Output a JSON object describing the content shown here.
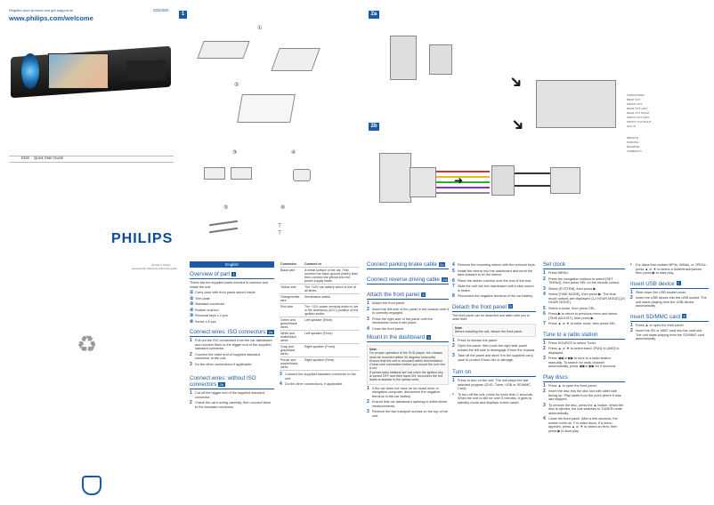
{
  "header": {
    "register_line": "Register your product and get support at",
    "url": "www.philips.com/welcome",
    "model": "CED320",
    "lang": "ENG",
    "guide_title": "Quick Start Guide",
    "brand": "PHILIPS",
    "panel_1": "1",
    "panel_2a": "2a",
    "panel_2b": "2b"
  },
  "diagram_labels": {
    "step_circle_1": "①",
    "step_circle_2": "②",
    "step_circle_3": "③",
    "step_circle_4": "④",
    "step_circle_5": "⑤",
    "step_circle_6": "⑥",
    "wire_tags": [
      "SUBWOOFER",
      "REAR OUT",
      "FRONT OUT",
      "REAR OUT LEFT",
      "REAR OUT RIGHT",
      "FRONT OUT LEFT",
      "FRONT OUT RIGHT",
      "AUX IN"
    ],
    "wire_tags2": [
      "REMOTE",
      "PARKING",
      "REVERSE",
      "CAMERA IN"
    ]
  },
  "left_col": {
    "english_tab": "English",
    "overview_title": "Overview of part",
    "overview_num": "1",
    "overview_intro": "These are the supplied parts needed to connect and install the unit.",
    "parts": [
      {
        "n": "①",
        "t": "Carry case with front panel stored inside"
      },
      {
        "n": "②",
        "t": "Trim plate"
      },
      {
        "n": "③",
        "t": "Standard connector"
      },
      {
        "n": "④",
        "t": "Rubber cushion"
      },
      {
        "n": "⑤",
        "t": "Removal keys x 2 pcs"
      },
      {
        "n": "⑥",
        "t": "Screw x 8 pcs"
      }
    ],
    "iso_title": "Connect wires: ISO connectors",
    "iso_num": "2a",
    "iso_steps": [
      "Pull out the ISO connectors from the car dashboard and connect them to the bigger end of the supplied standard connector.",
      "Connect the other end of supplied standard connector to the unit.",
      "Do the other connections if applicable."
    ],
    "noiso_title": "Connect wires: without ISO connectors",
    "noiso_num": "2b",
    "noiso_steps": [
      "Cut off the bigger end of the supplied standard connector.",
      "Check the car's wiring carefully, then connect them to the standard connector."
    ]
  },
  "side_text": {
    "small_1": "printed in China",
    "small_2": "sponsorship Warranty reference guide"
  },
  "table": {
    "headers": [
      "Connector",
      "Connect to"
    ],
    "rows": [
      [
        "Black wire",
        "A metal surface of the car. First connect the black ground (earth) lead, then connect the yellow and red power supply leads."
      ],
      [
        "Yellow wire",
        "The +12V car battery which is live at all times."
      ],
      [
        "Orange/white wire",
        "Illumination switch"
      ],
      [
        "Red wire",
        "The +12V power terminal which is live in the accessory (ACC) position of the ignition switch."
      ],
      [
        "Green and green/black wires",
        "Left speaker (Rear)"
      ],
      [
        "White and white/black wires",
        "Left speaker (Front)"
      ],
      [
        "Gray and gray/black wires",
        "Right speaker (Front)"
      ],
      [
        "Purple and purple/black wires",
        "Right speaker (Rear)"
      ]
    ],
    "after_steps": [
      "Connect the supplied standard connector to the unit.",
      "Do the other connections, if applicable."
    ]
  },
  "col3": {
    "brake_title": "Connect parking brake cable",
    "brake_num": "2c",
    "reverse_title": "Connect reverse driving cable",
    "reverse_num": "2d",
    "front_title": "Attach the front panel",
    "front_num": "3",
    "front_steps": [
      "Attach the front panel.",
      "Insert the left side of the panel in the chassis until it is correctly engaged.",
      "Press the right side of the panel until the mechanism locks it into place.",
      "Close the front panel."
    ],
    "mount_title": "Mount in the dashboard",
    "mount_num": "4",
    "note_label": "Note",
    "mount_notes": [
      "For proper operation of the DVD player, the chassis must be mounted within 30 degrees horizontal. Ensure that the unit is mounted within this limitation.",
      "Check wire connection before you mount the unit into a car.",
      "If preset radio stations are lost when the ignition key is turned OFF and then back ON, reconnect the red leads crosswise to the yellow ones."
    ],
    "mount_steps": [
      "If the car does not have an on-board drive or navigation computer, disconnect the negative terminal of the car battery.",
      "Ensure that car dashboard opening is within these measurements.",
      "Remove the two transport screws on the top of the unit."
    ]
  },
  "col4": {
    "cont_steps": [
      "Remove the mounting sleeve with the removal keys.",
      "Install the sleeve into the dashboard and bend the tabs outward to fix the sleeve.",
      "Place the rubber cushion over the end of the bolt.",
      "Slide the unit into the dashboard until a click sound is heard.",
      "Reconnect the negative terminal of the car battery."
    ],
    "detach_title": "Detach the front panel",
    "detach_num": "5",
    "detach_intro": "The front panel can be detached and taken with you to deter theft.",
    "detach_note": "Before installing the unit, detach the front panel.",
    "detach_steps": [
      "Press to release the panel.",
      "Open the panel, then push the right side panel toward the left side to disengage it from the chassis.",
      "Take off the panel and store it in the supplied carry case to protect it from dirt or damage."
    ],
    "turn_title": "Turn on",
    "turn_steps": [
      "Press to turn on the unit. The unit plays the last selected program (DVD, Tuner, USB or SD/MMC Card).",
      "To turn off the unit, press for more than 2 seconds. When the unit is idle for over 3 minutes, it goes to standby mode and displays screen saver."
    ]
  },
  "col5": {
    "clock_title": "Set clock",
    "clock_steps": [
      "Press MENU.",
      "Press the navigation buttons to select [SET TIMING], then press SEL on the remote control.",
      "Select [SYSTEM], then press ▶.",
      "Select [TIME MODE], then press ▶. The time mode options are displayed: [12 HOUR MODE] [24 HOUR MODE]",
      "Select a mode, then press SEL.",
      "Press ▶ to return to previous menu and select [TIME ADJUST], then press ▶.",
      "Press ▲ or ▼ to enter clock, then press SEL."
    ],
    "radio_title": "Tune to a radio station",
    "radio_steps": [
      "Press SOURCE to select Tuner.",
      "Press ▲ or ▼ to select band: [FM1] to [AM2] is displayed.",
      "Press ◀◀ or ▶▶ to tune to a radio station manually. To search for radio channel automatically, press ◀◀ or ▶▶ for 3 seconds."
    ],
    "disc_title": "Play discs",
    "disc_steps": [
      "Press ▲ to open the front panel.",
      "Insert the disc into the disc slot with label side facing up. Play starts from the point where it was last stopped.",
      "To remove the disc, press the ▲ button. When the disc is ejected, the unit switches to TUNER mode automatically.",
      "Close the front panel. After a few seconds, the screen turns on. For video discs, if a menu appears, press ▲ or ▼ to select an item, then press ▶ to start play."
    ]
  },
  "col6": {
    "disc_cont": "For discs that contain MP3s, WMAs, or JPEGs : press ▲ or ▼ to select a folder/track/picture, then press ▶ to start play.",
    "usb_title": "Insert USB device",
    "usb_num": "7",
    "usb_steps": [
      "Slide down the USB socket cover.",
      "Insert the USB device into the USB socket. The unit starts playing from the USB device automatically."
    ],
    "sd_title": "Insert SD/MMC card",
    "sd_num": "8",
    "sd_steps": [
      "Press ▲ to open the front panel.",
      "Insert the SD or MMC card into the card slot. The unit starts playing from the SD/MMC card automatically."
    ]
  }
}
